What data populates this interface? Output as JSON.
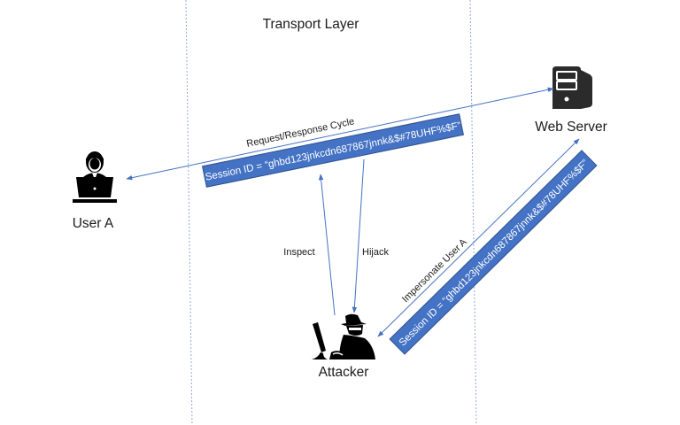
{
  "title": "Transport Layer",
  "colors": {
    "arrow": "#4472c4",
    "box_fill": "#4472c4",
    "box_stroke": "#2f528f",
    "divider": "#8faadc",
    "icon": "#000000",
    "server_icon": "#2b2b2b"
  },
  "nodes": {
    "user": {
      "label": "User A",
      "icon": "user-laptop-icon"
    },
    "server": {
      "label": "Web Server",
      "icon": "server-tower-icon"
    },
    "attacker": {
      "label": "Attacker",
      "icon": "hacker-computer-icon"
    }
  },
  "edges": {
    "request_response": {
      "label": "Request/Response Cycle",
      "direction": "bidirectional"
    },
    "inspect": {
      "label": "Inspect",
      "direction": "attacker-to-session"
    },
    "hijack": {
      "label": "Hijack",
      "direction": "session-to-attacker"
    },
    "impersonate": {
      "label": "Impersonate User A",
      "direction": "bidirectional"
    }
  },
  "session_boxes": {
    "intercepted": {
      "text": "Session ID = “ghbd123jnkcdn687867jnnk&$#78UHF%$F”"
    },
    "impersonated": {
      "text": "Session ID = “ghbd123jnkcdn687867jnnk&$#78UHF%$F”"
    }
  }
}
